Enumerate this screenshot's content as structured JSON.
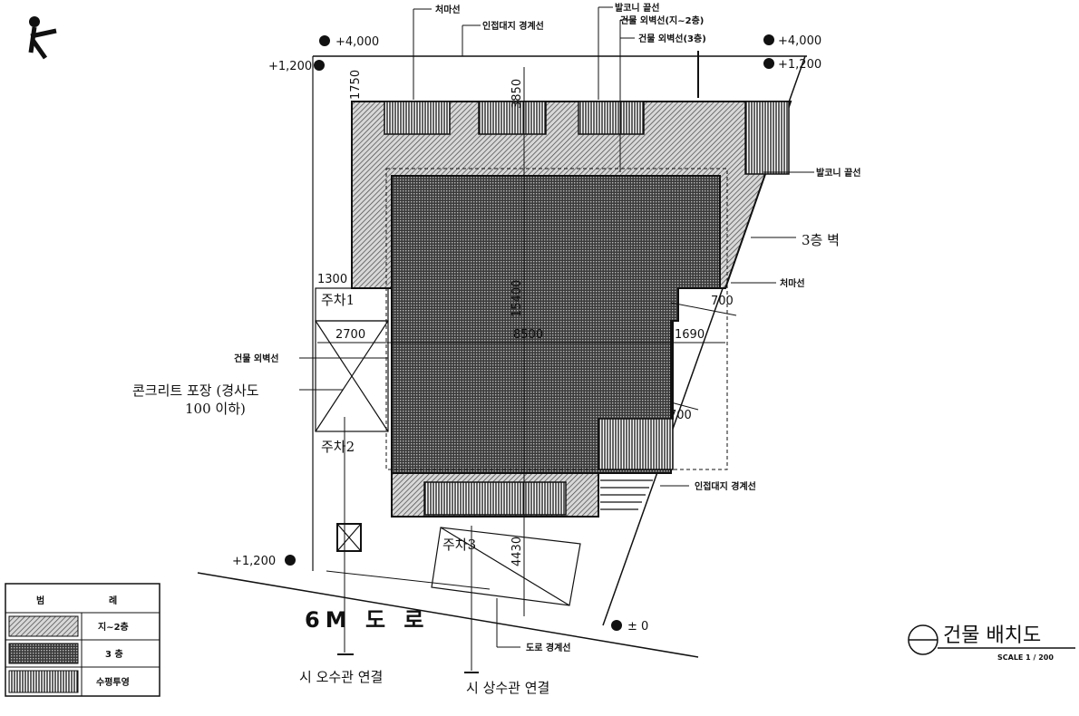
{
  "drawing": {
    "title": "건물 배치도",
    "scale": "SCALE 1 / 200",
    "road_label": "6M 도 로"
  },
  "levels": {
    "top_left": "+4,000",
    "top_right": "+4,000",
    "upper_left": "+1,200",
    "upper_right": "+1,200",
    "lower_left": "+1,200",
    "bottom": "± 0"
  },
  "dimensions": {
    "d1750": "1750",
    "d3850": "3850",
    "d1300": "1300",
    "d2700": "2700",
    "d8500": "8500",
    "d1690": "1690",
    "d700a": "700",
    "d700b": "700",
    "d4430": "4430",
    "d15400": "15400"
  },
  "labels": {
    "eaves_top": "처마선",
    "site_boundary_top": "인접대지 경계선",
    "balcony_top": "발코니 끝선",
    "wall_1_2": "건물 외벽선(지~2층)",
    "wall_3": "건물 외벽선(3층)",
    "balcony_right": "발코니 끝선",
    "hand_right": "3층 벽",
    "eaves_right": "처마선",
    "wall_left": "건물 외벽선",
    "hand_left_1": "콘크리트 포장 (경사도",
    "hand_left_2": "100 이하)",
    "site_boundary_right": "인접대지 경계선",
    "road_boundary": "도로 경계선",
    "park_1": "주차1",
    "park_2": "주차2",
    "park_3": "주차3",
    "water_left": "시 오수관 연결",
    "water_right": "시 상수관 연결"
  },
  "legend": {
    "header_1": "범",
    "header_2": "례",
    "rows": [
      {
        "text": "지~2층"
      },
      {
        "text": "3 층"
      },
      {
        "text": "수평투영"
      }
    ]
  }
}
